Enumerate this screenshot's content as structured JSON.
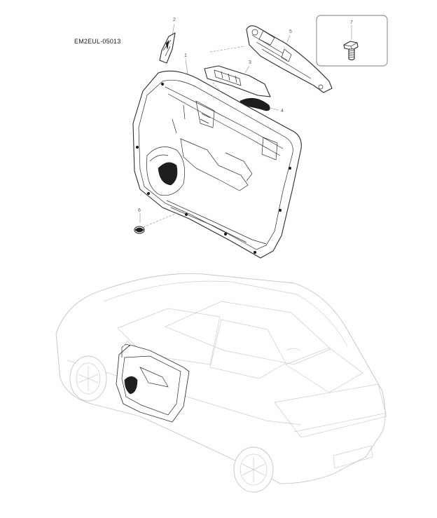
{
  "reference_code": "EM2EUL-05013",
  "callouts": [
    {
      "id": "1",
      "label": "1"
    },
    {
      "id": "2",
      "label": "2"
    },
    {
      "id": "3",
      "label": "3"
    },
    {
      "id": "4",
      "label": "4"
    },
    {
      "id": "5",
      "label": "5"
    },
    {
      "id": "6",
      "label": "6"
    },
    {
      "id": "7",
      "label": "7"
    }
  ],
  "colors": {
    "line": "#2b2b2b",
    "car_outline": "#c4c4c4",
    "callout_text": "#555555"
  }
}
